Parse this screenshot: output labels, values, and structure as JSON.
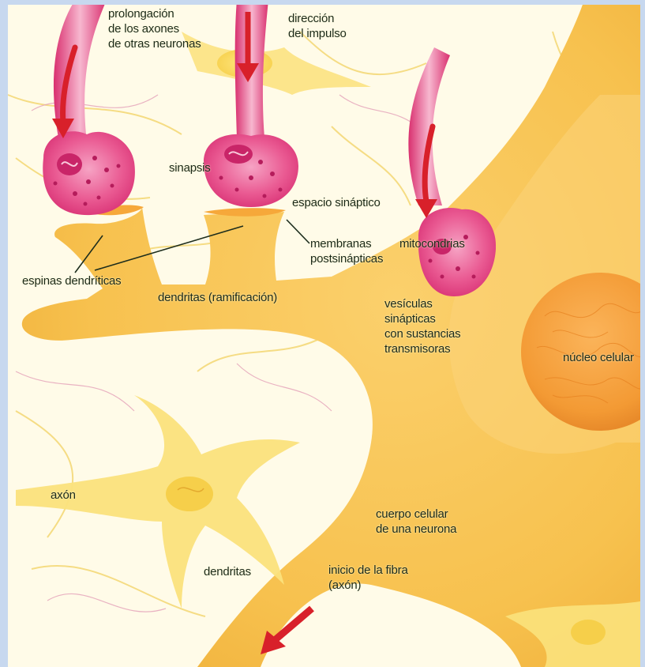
{
  "colors": {
    "background_frame": "#c7d8ef",
    "cytoplasm": "#f7c55a",
    "cytoplasm_light": "#ffe89a",
    "synapse_pink": "#e23a78",
    "arrow_red": "#d8202a",
    "nucleus": "#f4a340"
  },
  "labels": {
    "axon_prolongation": [
      "prolongación",
      "de los axones",
      "de otras neuronas"
    ],
    "impulse_direction": [
      "dirección",
      "del impulso"
    ],
    "synapse": "sinapsis",
    "synaptic_cleft": "espacio sináptico",
    "postsynaptic_membranes": [
      "membranas",
      "postsinápticas"
    ],
    "mitochondria": "mitocondrias",
    "dendritic_spines": "espinas dendríticas",
    "dendrites_branching": "dendritas (ramificación)",
    "synaptic_vesicles": [
      "vesículas",
      "sinápticas",
      "con sustancias",
      "transmisoras"
    ],
    "cell_nucleus": "núcleo celular",
    "axon": "axón",
    "cell_body": [
      "cuerpo celular",
      "de una neurona"
    ],
    "dendrites": "dendritas",
    "fiber_start": [
      "inicio de la fibra",
      "(axón)"
    ]
  }
}
